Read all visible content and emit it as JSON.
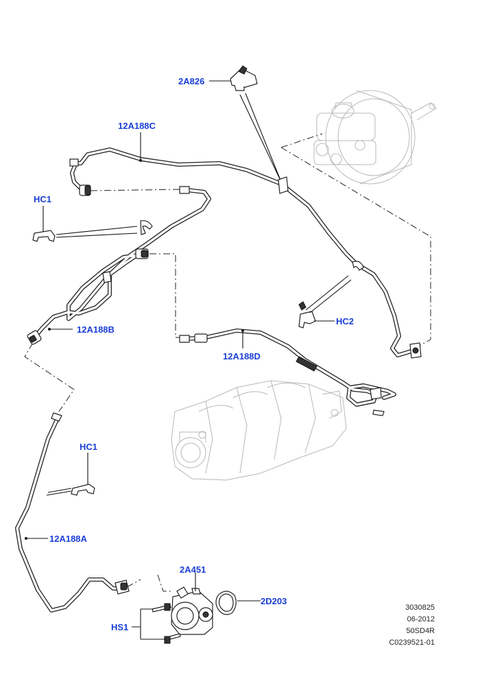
{
  "callouts": {
    "c_2a826": "2A826",
    "c_12a188c": "12A188C",
    "c_hc1_top": "HC1",
    "c_hc2": "HC2",
    "c_12a188b": "12A188B",
    "c_12a188d": "12A188D",
    "c_hc1_bottom": "HC1",
    "c_12a188a": "12A188A",
    "c_2a451": "2A451",
    "c_2d203": "2D203",
    "c_hs1": "HS1"
  },
  "info_block": {
    "illustration_number": "3030825",
    "date": "06-2012",
    "model_code": "50SD4R",
    "reference": "C0239521-01"
  },
  "colors": {
    "callout_text": "#1a3fd6",
    "line_art": "#222222",
    "ghost_art": "#b8b8b8"
  }
}
